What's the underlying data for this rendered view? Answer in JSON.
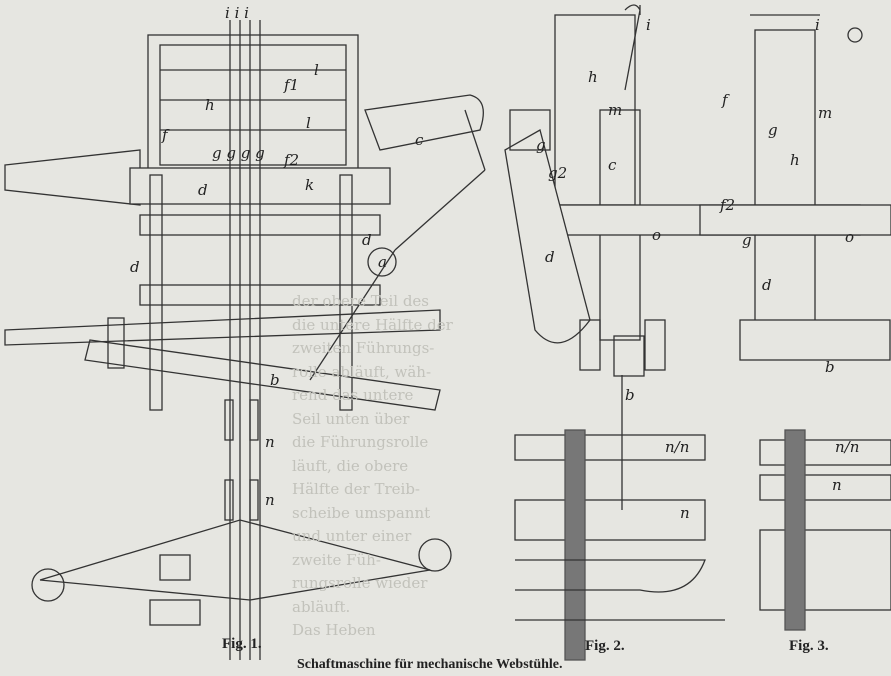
{
  "caption": "Schaftmaschine für mechanische Webstühle.",
  "figures": [
    {
      "label": "Fig. 1.",
      "parts": [
        "i i i",
        "h",
        "f",
        "f1",
        "f2",
        "g g g g",
        "l",
        "l",
        "k",
        "c",
        "d",
        "d",
        "d",
        "a",
        "b",
        "n",
        "n"
      ]
    },
    {
      "label": "Fig. 2.",
      "parts": [
        "i",
        "h",
        "g",
        "g2",
        "m",
        "c",
        "o",
        "d",
        "b",
        "n/n",
        "n"
      ]
    },
    {
      "label": "Fig. 3.",
      "parts": [
        "i",
        "f",
        "g",
        "m",
        "h",
        "f2",
        "g",
        "o",
        "d",
        "b",
        "n/n",
        "n"
      ]
    }
  ],
  "bleed_text": [
    "der obere Teil des",
    "die untere Hälfte der",
    "zweiten Führungs-",
    "rolle abläuft, wäh-",
    "rend das untere",
    "Seil unten über",
    "die Führungsrolle",
    "läuft, die obere",
    "Hälfte der Treib-",
    "scheibe umspannt",
    "und unter einer",
    "zweite Füh-",
    "rungsrolle wieder",
    "abläuft.",
    "Das Heben"
  ]
}
